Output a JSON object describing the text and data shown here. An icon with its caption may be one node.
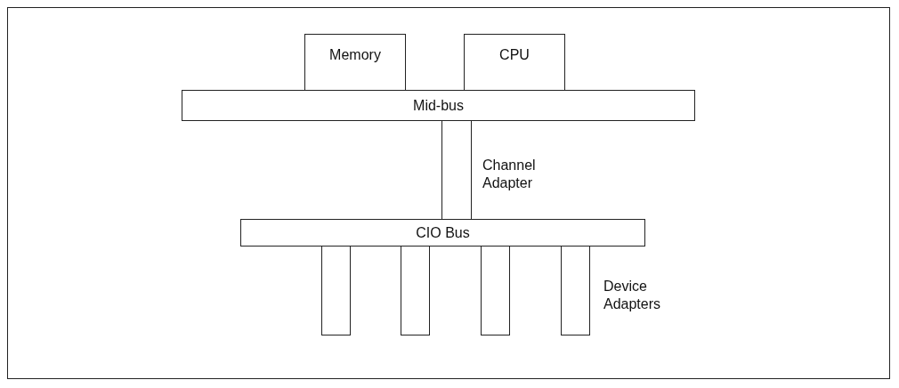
{
  "diagram": {
    "nodes": [
      {
        "text": [
          "Memory"
        ]
      },
      {
        "text": [
          "CPU"
        ]
      },
      {
        "text": [
          "Mid-bus"
        ]
      },
      {
        "text": [],
        "shape": "bar",
        "beside": [
          "Channel Adapter"
        ]
      },
      {
        "text": [
          "CIO Bus"
        ]
      },
      {
        "text": [],
        "shape": "bar"
      },
      {
        "text": [],
        "shape": "bar"
      },
      {
        "text": [],
        "shape": "bar"
      },
      {
        "text": [],
        "shape": "bar"
      }
    ],
    "labels": [
      "Device Adapters"
    ]
  }
}
